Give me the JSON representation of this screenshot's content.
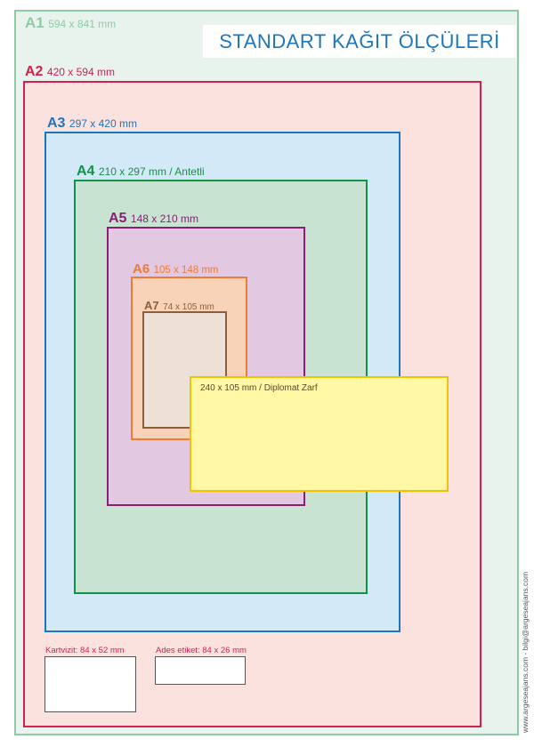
{
  "title": "STANDART KAĞIT ÖLÇÜLERİ",
  "papers": [
    {
      "name": "A1",
      "size": "594 x 841 mm",
      "color": "#8ecaa3",
      "fill": "#e9f3ed"
    },
    {
      "name": "A2",
      "size": "420 x 594 mm",
      "color": "#d21f4f",
      "fill": "#fbe2df"
    },
    {
      "name": "A3",
      "size": "297 x 420 mm",
      "color": "#1c76bc",
      "fill": "#d4e9f7"
    },
    {
      "name": "A4",
      "size": "210 x 297 mm / Antetli",
      "color": "#0f9447",
      "fill": "#c8e3d2"
    },
    {
      "name": "A5",
      "size": "148 x 210 mm",
      "color": "#8a1f73",
      "fill": "#e2c8e0"
    },
    {
      "name": "A6",
      "size": "105 x 148 mm",
      "color": "#ee7b33",
      "fill": "#f9d3b8"
    },
    {
      "name": "A7",
      "size": "74 x 105 mm",
      "color": "#8c5e3e",
      "fill": "#ede1d6"
    }
  ],
  "envelope": {
    "label": "240 x 105 mm / Diplomat Zarf",
    "color": "#f1c200",
    "fill": "#fff7a3"
  },
  "business_card": {
    "label": "Kartvizit: 84 x 52 mm",
    "color": "#d21f4f"
  },
  "ades_label": {
    "label": "Ades etiket: 84 x 26 mm",
    "color": "#d21f4f"
  },
  "footer_text": "www.argeseajans.com - bilgi@argeseajans.com"
}
